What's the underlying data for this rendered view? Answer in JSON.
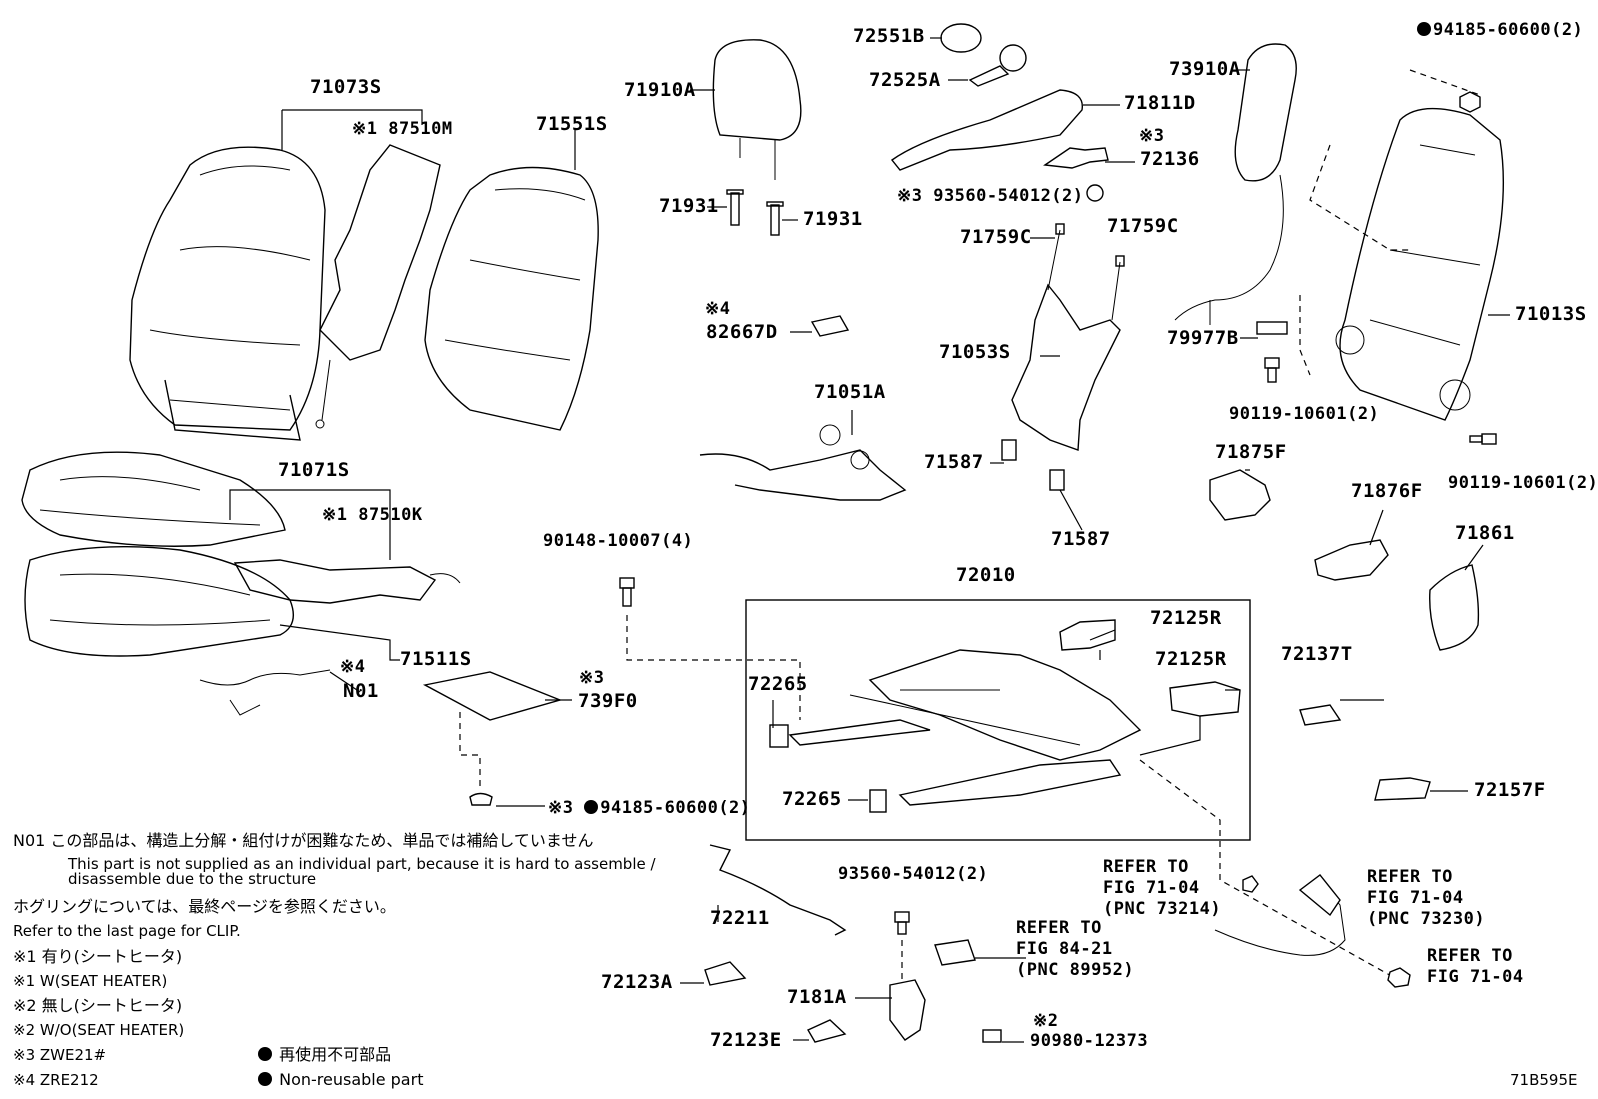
{
  "labels": {
    "l_71073S": "71073S",
    "l_87510M": "※1 87510M",
    "l_71551S": "71551S",
    "l_71910A": "71910A",
    "l_72551B": "72551B",
    "l_72525A": "72525A",
    "l_71811D": "71811D",
    "l_72136_note": "※3",
    "l_72136": "72136",
    "l_93560_top": "※3 93560-54012(2)",
    "l_94185_top": "94185-60600(2)",
    "l_73910A": "73910A",
    "l_71931a": "71931",
    "l_71931b": "71931",
    "l_71759Ca": "71759C",
    "l_71759Cb": "71759C",
    "l_82667D_note": "※4",
    "l_82667D": "82667D",
    "l_71053S": "71053S",
    "l_79977B": "79977B",
    "l_71013S": "71013S",
    "l_71051A": "71051A",
    "l_90119a": "90119-10601(2)",
    "l_90119b": "90119-10601(2)",
    "l_71587a": "71587",
    "l_71587b": "71587",
    "l_71875F": "71875F",
    "l_71876F": "71876F",
    "l_71071S": "71071S",
    "l_87510K": "※1 87510K",
    "l_90148": "90148-10007(4)",
    "l_72010": "72010",
    "l_71861": "71861",
    "l_72125Ra": "72125R",
    "l_72125Rb": "72125R",
    "l_71511S": "71511S",
    "l_N01_note": "※4",
    "l_N01": "N01",
    "l_739F0_note": "※3",
    "l_739F0": "739F0",
    "l_72265a": "72265",
    "l_72265b": "72265",
    "l_72137T": "72137T",
    "l_72157F": "72157F",
    "l_94185_bot": "94185-60600(2)",
    "l_94185_bot_note": "※3",
    "l_72211": "72211",
    "l_93560_bot": "93560-54012(2)",
    "l_ref1": "REFER TO",
    "l_ref1b": "FIG 84-21",
    "l_ref1c": "(PNC 89952)",
    "l_ref2": "REFER TO",
    "l_ref2b": "FIG 71-04",
    "l_ref2c": "(PNC 73214)",
    "l_ref3": "REFER TO",
    "l_ref3b": "FIG 71-04",
    "l_ref3c": "(PNC 73230)",
    "l_ref4": "REFER TO",
    "l_ref4b": "FIG 71-04",
    "l_72123A": "72123A",
    "l_7181A": "7181A",
    "l_72123E": "72123E",
    "l_90980_note": "※2",
    "l_90980": "90980-12373"
  },
  "notes": {
    "n01_jp": "N01 この部品は、構造上分解・組付けが困難なため、単品では補給していません",
    "n01_en1": "This part is not supplied as an individual part, because it is hard to assemble /",
    "n01_en2": "disassemble due to the structure",
    "clip_jp": "ホグリングについては、最終ページを参照ください。",
    "clip_en": "Refer to the last page for CLIP.",
    "k1_jp": "※1 有り(シートヒータ)",
    "k1_en": "※1 W(SEAT HEATER)",
    "k2_jp": "※2 無し(シートヒータ)",
    "k2_en": "※2 W/O(SEAT HEATER)",
    "k3": "※3 ZWE21#",
    "k4": "※4 ZRE212",
    "legend_jp": "再使用不可部品",
    "legend_en": "Non-reusable part",
    "code": "71B595E"
  }
}
